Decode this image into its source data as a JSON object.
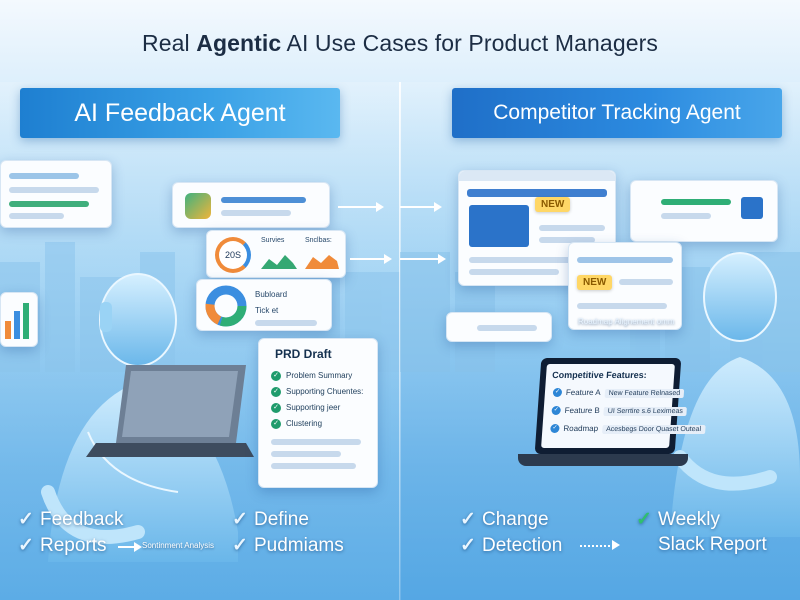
{
  "page_title": {
    "prefix": "Real ",
    "bold": "Agentic",
    "suffix": " AI Use Cases for Product Managers"
  },
  "left_panel": {
    "banner": "AI Feedback Agent",
    "survey_card": {
      "badge": "20S",
      "col1": "Survies",
      "col2": "Snclbas:"
    },
    "dashboard_card": {
      "line1": "Bubloard",
      "line2": "Tick et"
    },
    "prd_card": {
      "title": "PRD Draft",
      "items": [
        "Problem Summary",
        "Supporting Chuentes:",
        "Supporting jeer",
        "Clustering"
      ]
    },
    "bottom": {
      "item1": "Feedback",
      "item2": "Reports",
      "item3": "Define",
      "item4": "Pudmiams",
      "arrow_label": "Sontinment Analysis"
    }
  },
  "right_panel": {
    "banner": "Competitor Tracking Agent",
    "new_badge_1": "NEW",
    "new_badge_2": "NEW",
    "roadmap_caption": "Roadmap Alignement omm",
    "laptop": {
      "title": "Competitive Features:",
      "rows": [
        {
          "label": "Feature A",
          "tag": "New Feature Relnased"
        },
        {
          "label": "Feature B",
          "tag": "UI Serrtire s.6 Leximeas"
        },
        {
          "label": "Roadmap",
          "tag": "Acesbegs Door Quaset Outeal"
        }
      ]
    },
    "bottom": {
      "item1": "Change",
      "item2": "Detection",
      "item3": "Weekly",
      "item4": "Slack Report"
    }
  },
  "colors": {
    "banner_left": "#2a90dc",
    "banner_right": "#2678d4",
    "check_green": "#1f9b6c",
    "badge_yellow": "#ffd766"
  },
  "icons": [
    "check-icon",
    "robot-icon",
    "laptop-icon",
    "arrow-right-icon",
    "pie-chart-icon",
    "bar-chart-icon",
    "image-icon"
  ]
}
